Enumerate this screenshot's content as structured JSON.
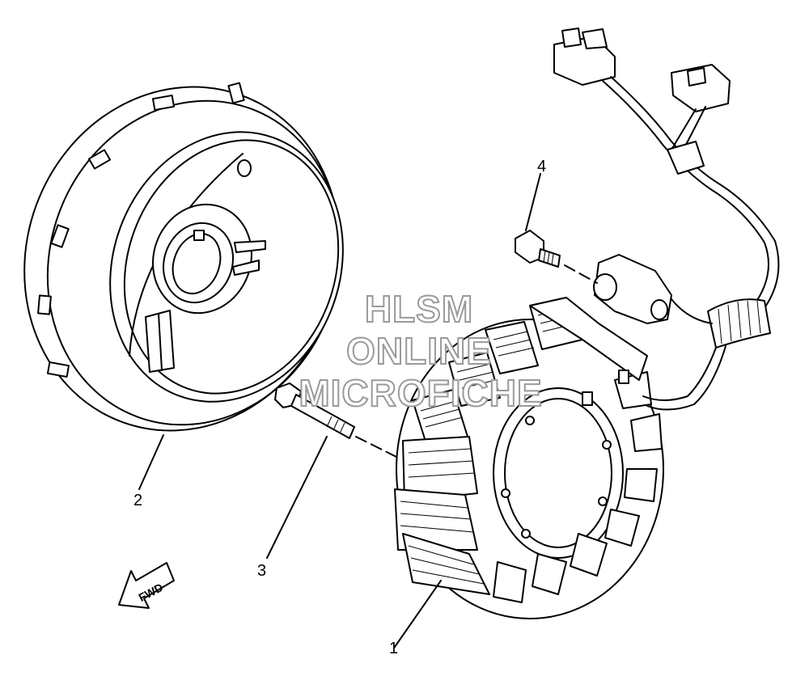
{
  "callouts": {
    "part1": "1",
    "part2": "2",
    "part3": "3",
    "part4": "4"
  },
  "direction_arrow": {
    "label": "FWD"
  },
  "watermark": {
    "line1": "HLSM",
    "line2": "ONLINE",
    "line3": "MICROFICHE"
  }
}
